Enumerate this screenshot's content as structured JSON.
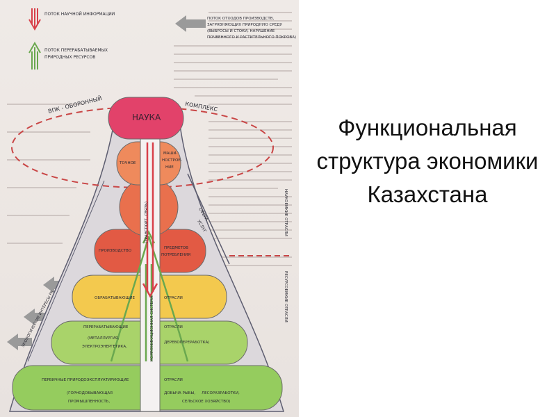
{
  "title": {
    "line1": "Функциональная",
    "line2": "структура экономики",
    "line3": "Казахстана"
  },
  "legend": {
    "scientific_flow": "ПОТОК НАУЧНОЙ ИНФОРМАЦИИ",
    "resource_flow_1": "ПОТОК ПЕРЕРАБАТЫВАЕМЫХ",
    "resource_flow_2": "ПРИРОДНЫХ РЕСУРСОВ",
    "waste_flow_1": "ПОТОК ОТХОДОВ ПРОИЗВОДСТВ,",
    "waste_flow_2": "ЗАГРЯЗНЯЮЩИХ ПРИРОДНУЮ СРЕДУ",
    "waste_flow_3": "(ВЫБРОСЫ И СТОКИ, НАРУШЕНИЕ",
    "waste_flow_4": "ПОЧВЕННОГО И РАСТИТЕЛЬНОГО ПОКРОВА)"
  },
  "colors": {
    "science": "#e2426a",
    "orange_light": "#ef8a5c",
    "orange": "#e9704d",
    "red_orange": "#e25a44",
    "yellow": "#f3c94e",
    "green_light": "#a9d36a",
    "green": "#8fc95a",
    "arrow_red": "#d8404a",
    "arrow_green": "#6aa84f",
    "ellipse_dash": "#c94646"
  },
  "diagram": {
    "vpk_left": "ВПК - ОБОРОННЫЙ",
    "vpk_right": "КОМПЛЕКС",
    "science": "НАУКА",
    "precision": "ТОЧНОЕ",
    "machine_1": "МАШИ-",
    "machine_2": "НОСТРОЕ-",
    "machine_3": "НИЕ",
    "transport": "(ТРАНСПОРТ, СВЯЗЬ)",
    "production": "ПРОИЗВОДСТВО",
    "consumer_1": "ПРЕДМЕТОВ",
    "consumer_2": "ПОТРЕБЛЕНИЯ",
    "processing_left": "ОБРАБАТЫВАЮЩИЕ",
    "processing_right": "ОТРАСЛИ",
    "refining_1": "ПЕРЕРАБАТЫВАЮЩИЕ",
    "refining_2": "(МЕТАЛЛУРГИЯ,",
    "refining_3": "ЭЛЕКТРОЭНЕРГЕТИКА,",
    "refining_right_1": "ОТРАСЛИ",
    "refining_right_2": "ДЕРЕВОПЕРЕРАБОТКА)",
    "primary_1": "ПЕРВИЧНЫЕ ПРИРОДОЭКСПЛУАТИРУЮЩИЕ",
    "primary_2": "(ГОРНОДОБЫВАЮЩАЯ",
    "primary_3": "ПРОМЫШЛЕННОСТЬ,",
    "primary_right_1": "ОТРАСЛИ",
    "primary_right_2": "ДОБЫЧА РЫБЫ,",
    "primary_right_3": "ЛЕСОРАЗРАБОТКИ,",
    "primary_right_4": "СЕЛЬСКОЕ ХОЗЯЙСТВО)",
    "communication": "КОММУНИКАЦИОННАЯ СИСТЕМА",
    "service_1": "СФЕРА",
    "service_2": "УСЛУГ",
    "ecology_side": "ЭКОЛОГИЧЕСКИЕ ИНТЕРЕСЫ РК",
    "science_intensive": "НАУКОЕМКИЕ ОТРАСЛИ",
    "resource_intensive": "РЕСУРСОЕМКИЕ ОТРАСЛИ"
  }
}
